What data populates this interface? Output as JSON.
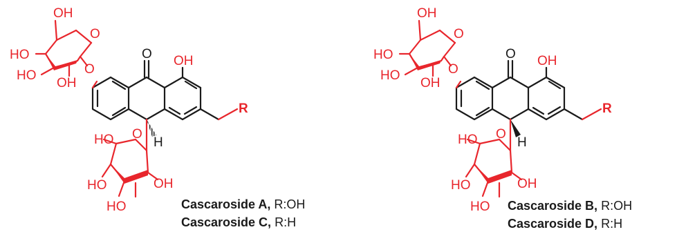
{
  "colors": {
    "sugar": "#e8262c",
    "core": "#1a1a1a"
  },
  "structures": [
    {
      "atoms": {
        "sugar_top": {
          "ch2oh": "OH",
          "ring_o": "O",
          "oh_1": "HO",
          "oh_2": "HO",
          "oh_3": "OH"
        },
        "link_o": "O",
        "carbonyl_o": "O",
        "phenol_oh": "OH",
        "h10": "H",
        "r_group": "R",
        "sugar_bottom": {
          "ch2oh": "HO",
          "ring_o": "O",
          "oh_1": "OH",
          "oh_2": "HO",
          "oh_3": "HO"
        }
      },
      "captions": [
        {
          "name": "Cascaroside A,",
          "r_label": "R:OH"
        },
        {
          "name": "Cascaroside C,",
          "r_label": "R:H"
        }
      ]
    },
    {
      "atoms": {
        "sugar_top": {
          "ch2oh": "OH",
          "ring_o": "O",
          "oh_1": "HO",
          "oh_2": "HO",
          "oh_3": "OH"
        },
        "link_o": "O",
        "carbonyl_o": "O",
        "phenol_oh": "OH",
        "h10": "H",
        "r_group": "R",
        "sugar_bottom": {
          "ch2oh": "HO",
          "ring_o": "O",
          "oh_1": "OH",
          "oh_2": "HO",
          "oh_3": "HO"
        }
      },
      "captions": [
        {
          "name": "Cascaroside B,",
          "r_label": "R:OH"
        },
        {
          "name": "Cascaroside D,",
          "r_label": "R:H"
        }
      ]
    }
  ]
}
